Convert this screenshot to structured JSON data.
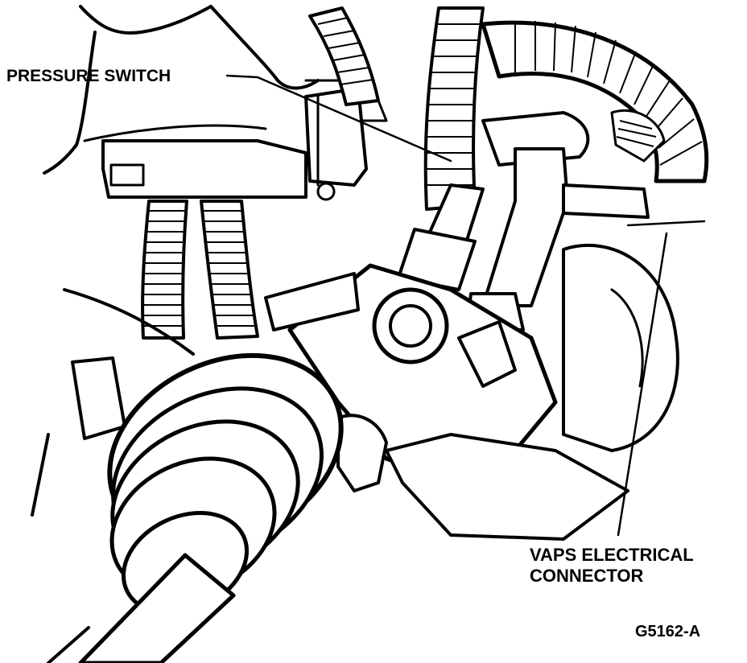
{
  "labels": {
    "pressure_switch": "PRESSURE SWITCH",
    "vaps_line1": "VAPS ELECTRICAL",
    "vaps_line2": "CONNECTOR",
    "figure_id": "G5162-A"
  },
  "colors": {
    "ink": "#000000",
    "paper": "#ffffff"
  }
}
